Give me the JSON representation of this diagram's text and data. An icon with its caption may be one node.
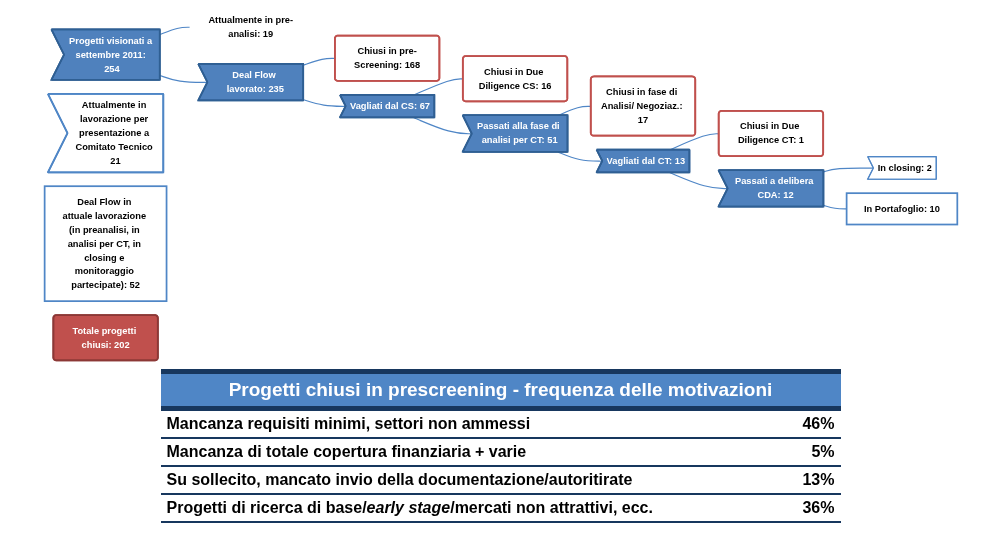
{
  "diagram": {
    "nodes": [
      {
        "text": [
          "Progetti visionati a settembre 2011: 254"
        ]
      },
      {
        "text": [
          "Attualmente in pre-analisi: 19"
        ]
      },
      {
        "text": [
          "Deal Flow lavorato: 235"
        ]
      },
      {
        "text": [
          "Chiusi in pre-Screening: 168"
        ]
      },
      {
        "text": [
          "Vagliati dal CS: 67"
        ]
      },
      {
        "text": [
          "Chiusi in Due Diligence CS: 16"
        ]
      },
      {
        "text": [
          "Passati alla fase di analisi per CT: 51"
        ]
      },
      {
        "text": [
          "Attualmente in lavorazione per presentazione a Comitato Tecnico 21"
        ]
      },
      {
        "text": [
          "Chiusi in fase di Analisi/ Negoziaz.: 17"
        ]
      },
      {
        "text": [
          "Vagliati dal CT: 13"
        ]
      },
      {
        "text": [
          "Deal Flow in attuale lavorazione (in preanalisi, in analisi per CT, in closing e monitoraggio partecipate): 52"
        ]
      },
      {
        "text": [
          "Chiusi in Due Diligence CT: 1"
        ]
      },
      {
        "text": [
          "Passati a delibera CDA: 12"
        ]
      },
      {
        "text": [
          "Totale progetti chiusi: 202"
        ]
      },
      {
        "text": [
          "In closing: 2"
        ]
      },
      {
        "text": [
          "In Portafoglio: 10"
        ]
      }
    ],
    "edges": [
      {
        "from": 0,
        "to": 1,
        "arrow": "none"
      },
      {
        "from": 0,
        "to": 2,
        "arrow": "none"
      },
      {
        "from": 2,
        "to": 3,
        "arrow": "none"
      },
      {
        "from": 2,
        "to": 4,
        "arrow": "none"
      },
      {
        "from": 4,
        "to": 5,
        "arrow": "none"
      },
      {
        "from": 4,
        "to": 6,
        "arrow": "none"
      },
      {
        "from": 6,
        "to": 8,
        "arrow": "none"
      },
      {
        "from": 6,
        "to": 9,
        "arrow": "none"
      },
      {
        "from": 9,
        "to": 11,
        "arrow": "none"
      },
      {
        "from": 9,
        "to": 12,
        "arrow": "none"
      },
      {
        "from": 12,
        "to": 14,
        "arrow": "none"
      },
      {
        "from": 12,
        "to": 15,
        "arrow": "none"
      }
    ],
    "labels": [
      "Progetti chiusi in prescreening - frequenza delle motivazioni",
      "Mancanza requisiti minimi, settori non ammessi",
      "46%",
      "Mancanza di totale copertura finanziaria + varie",
      "5%",
      "Su sollecito, mancato invio della documentazione/autoritirate",
      "13%",
      "Progetti di ricerca di base/*early stage*/mercati non attrattivi, ecc.",
      "36%"
    ]
  }
}
